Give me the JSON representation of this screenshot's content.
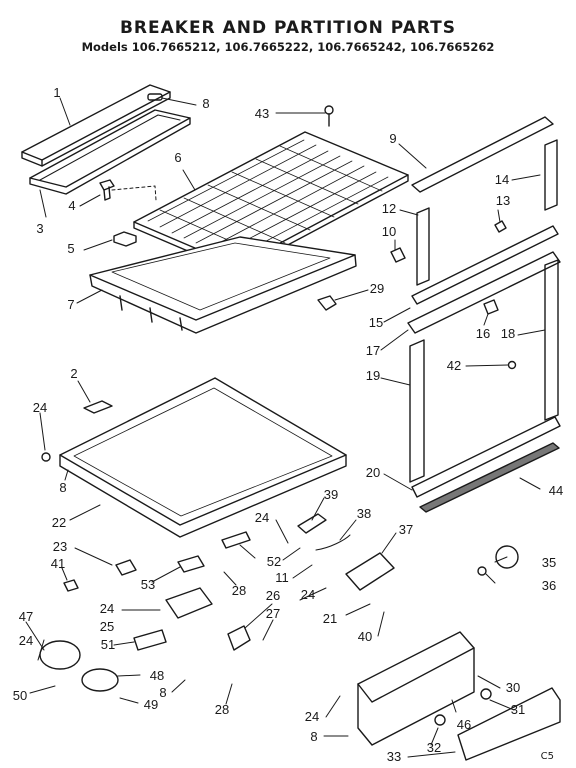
{
  "title": "BREAKER AND PARTITION PARTS",
  "subtitle": "Models 106.7665212, 106.7665222, 106.7665242, 106.7665262",
  "corner_code": "C5",
  "callouts": [
    {
      "id": "c1",
      "text": "1"
    },
    {
      "id": "c8a",
      "text": "8"
    },
    {
      "id": "c43",
      "text": "43"
    },
    {
      "id": "c9",
      "text": "9"
    },
    {
      "id": "c6",
      "text": "6"
    },
    {
      "id": "c4",
      "text": "4"
    },
    {
      "id": "c3",
      "text": "3"
    },
    {
      "id": "c14",
      "text": "14"
    },
    {
      "id": "c13",
      "text": "13"
    },
    {
      "id": "c12",
      "text": "12"
    },
    {
      "id": "c10",
      "text": "10"
    },
    {
      "id": "c5",
      "text": "5"
    },
    {
      "id": "c7",
      "text": "7"
    },
    {
      "id": "c29",
      "text": "29"
    },
    {
      "id": "c15",
      "text": "15"
    },
    {
      "id": "c16",
      "text": "16"
    },
    {
      "id": "c18",
      "text": "18"
    },
    {
      "id": "c17",
      "text": "17"
    },
    {
      "id": "c42",
      "text": "42"
    },
    {
      "id": "c19",
      "text": "19"
    },
    {
      "id": "c2",
      "text": "2"
    },
    {
      "id": "c24a",
      "text": "24"
    },
    {
      "id": "c20",
      "text": "20"
    },
    {
      "id": "c44",
      "text": "44"
    },
    {
      "id": "c8b",
      "text": "8"
    },
    {
      "id": "c22",
      "text": "22"
    },
    {
      "id": "c39",
      "text": "39"
    },
    {
      "id": "c38",
      "text": "38"
    },
    {
      "id": "c24b",
      "text": "24"
    },
    {
      "id": "c37",
      "text": "37"
    },
    {
      "id": "c23",
      "text": "23"
    },
    {
      "id": "c52",
      "text": "52"
    },
    {
      "id": "c41",
      "text": "41"
    },
    {
      "id": "c53",
      "text": "53"
    },
    {
      "id": "c11",
      "text": "11"
    },
    {
      "id": "c35",
      "text": "35"
    },
    {
      "id": "c28a",
      "text": "28"
    },
    {
      "id": "c24c",
      "text": "24"
    },
    {
      "id": "c36",
      "text": "36"
    },
    {
      "id": "c26",
      "text": "26"
    },
    {
      "id": "c24d",
      "text": "24"
    },
    {
      "id": "c21",
      "text": "21"
    },
    {
      "id": "c27",
      "text": "27"
    },
    {
      "id": "c25",
      "text": "25"
    },
    {
      "id": "c47",
      "text": "47"
    },
    {
      "id": "c40",
      "text": "40"
    },
    {
      "id": "c51",
      "text": "51"
    },
    {
      "id": "c24e",
      "text": "24"
    },
    {
      "id": "c48",
      "text": "48"
    },
    {
      "id": "c8c",
      "text": "8"
    },
    {
      "id": "c30",
      "text": "30"
    },
    {
      "id": "c50",
      "text": "50"
    },
    {
      "id": "c49",
      "text": "49"
    },
    {
      "id": "c28b",
      "text": "28"
    },
    {
      "id": "c24f",
      "text": "24"
    },
    {
      "id": "c46",
      "text": "46"
    },
    {
      "id": "c31",
      "text": "31"
    },
    {
      "id": "c8d",
      "text": "8"
    },
    {
      "id": "c32",
      "text": "32"
    },
    {
      "id": "c33",
      "text": "33"
    }
  ]
}
